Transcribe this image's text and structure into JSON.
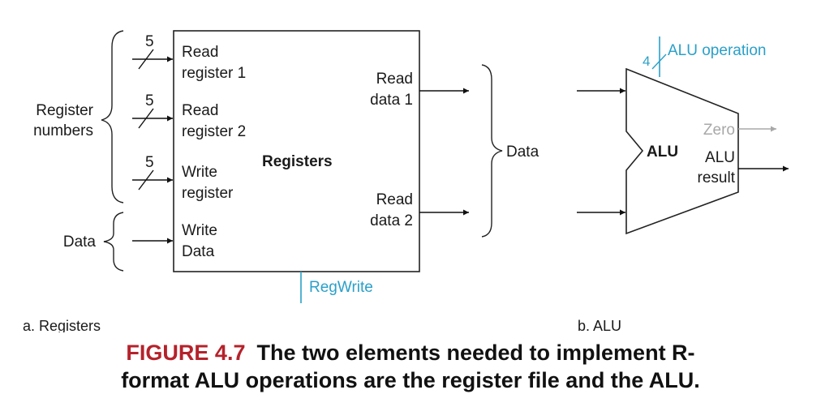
{
  "registers": {
    "block_label": "Registers",
    "inputs": [
      {
        "line1": "Read",
        "line2": "register 1",
        "bits": "5"
      },
      {
        "line1": "Read",
        "line2": "register 2",
        "bits": "5"
      },
      {
        "line1": "Write",
        "line2": "register",
        "bits": "5"
      },
      {
        "line1": "Write",
        "line2": "Data"
      }
    ],
    "outputs": [
      {
        "line1": "Read",
        "line2": "data 1"
      },
      {
        "line1": "Read",
        "line2": "data 2"
      }
    ],
    "control": "RegWrite",
    "brace_register_numbers": {
      "line1": "Register",
      "line2": "numbers"
    },
    "brace_data_in": "Data",
    "brace_data_out": "Data",
    "sublabel": "a. Registers"
  },
  "alu": {
    "block_label": "ALU",
    "control": "ALU operation",
    "control_bits": "4",
    "zero": "Zero",
    "result_line1": "ALU",
    "result_line2": "result",
    "sublabel": "b. ALU"
  },
  "caption": {
    "figure": "FIGURE 4.7",
    "line1": "The two elements needed to implement R-",
    "line2": "format ALU operations are the register file and the ALU."
  },
  "colors": {
    "control_lines": "#2aa0c8",
    "figure_label": "#b5222b",
    "zero_signal": "#a8a8a8"
  }
}
